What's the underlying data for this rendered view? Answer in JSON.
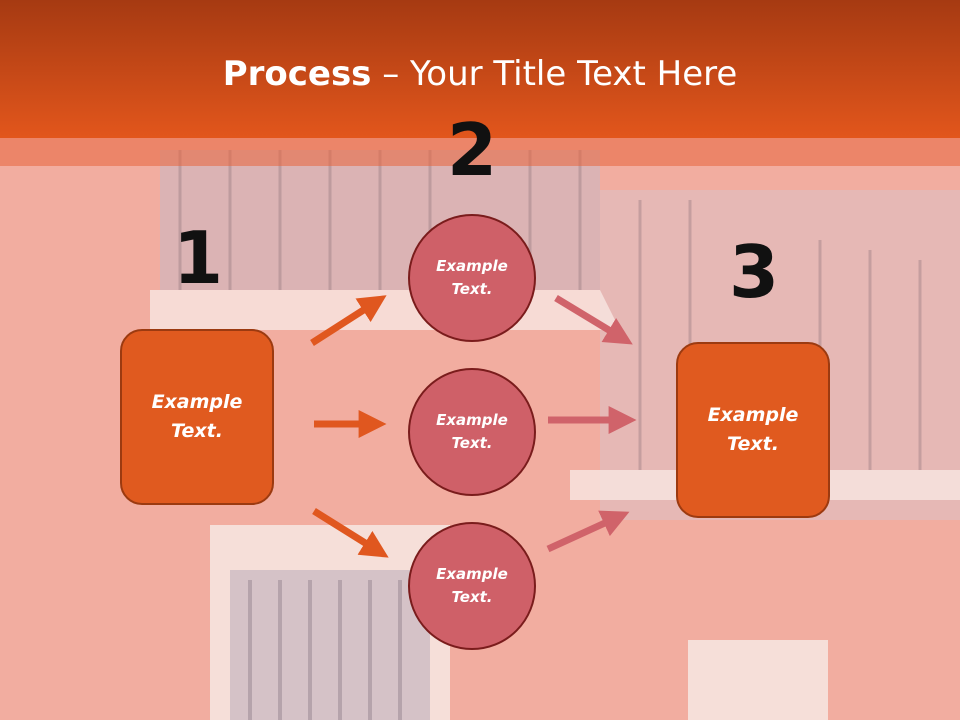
{
  "slide": {
    "title_bold": "Process",
    "title_rest": " – Your Title Text Here"
  },
  "colors": {
    "header_top": "#a63a12",
    "header_bottom": "#e2561c",
    "box_fill": "#e05a1f",
    "circle_fill": "#cf6068",
    "arrow_orange": "#e0571f",
    "arrow_rose": "#d0636a"
  },
  "steps": {
    "one": {
      "number": "1",
      "text": "Example\nText."
    },
    "two": {
      "number": "2"
    },
    "three": {
      "number": "3",
      "text": "Example\nText."
    }
  },
  "circles": [
    {
      "text": "Example\nText."
    },
    {
      "text": "Example\nText."
    },
    {
      "text": "Example\nText."
    }
  ]
}
